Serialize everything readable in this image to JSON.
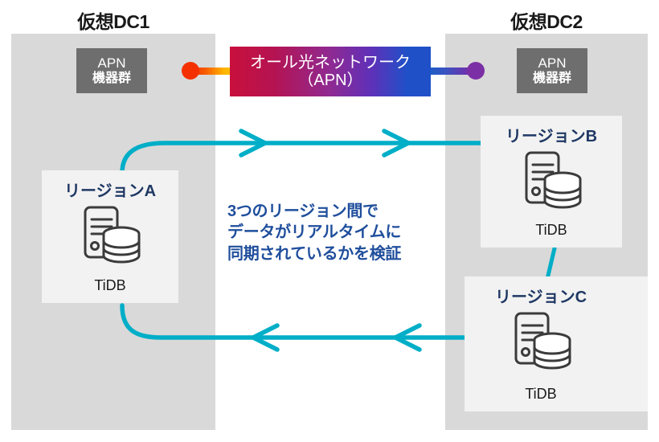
{
  "diagram": {
    "background": "#ffffff",
    "accent_cyan": "#00aec7",
    "panel_gray": "#d9d9d9",
    "region_gray": "#f2f2f2",
    "device_gray": "#6e6e6e",
    "note_blue": "#1f4e9c",
    "region_label_blue": "#1f3864"
  },
  "dc1": {
    "title": "仮想DC1",
    "apn_device": {
      "line1": "APN",
      "line2": "機器群"
    },
    "regions": [
      {
        "id": "a",
        "label": "リージョンA",
        "product": "TiDB"
      }
    ]
  },
  "dc2": {
    "title": "仮想DC2",
    "apn_device": {
      "line1": "APN",
      "line2": "機器群"
    },
    "regions": [
      {
        "id": "b",
        "label": "リージョンB",
        "product": "TiDB"
      },
      {
        "id": "c",
        "label": "リージョンC",
        "product": "TiDB"
      }
    ]
  },
  "network": {
    "title_line1": "オール光ネットワーク",
    "title_line2": "（APN）",
    "gradient_left": "#c8103c",
    "gradient_right": "#2050c8",
    "left_connector_color": "#f53000",
    "right_connector_color": "#7b2fa5"
  },
  "note": {
    "text": "3つのリージョン間で\nデータがリアルタイムに\n同期されているかを検証"
  },
  "icons": {
    "tidb": "server-database-icon",
    "arrow_right": "arrow-right",
    "arrow_left": "arrow-left"
  }
}
